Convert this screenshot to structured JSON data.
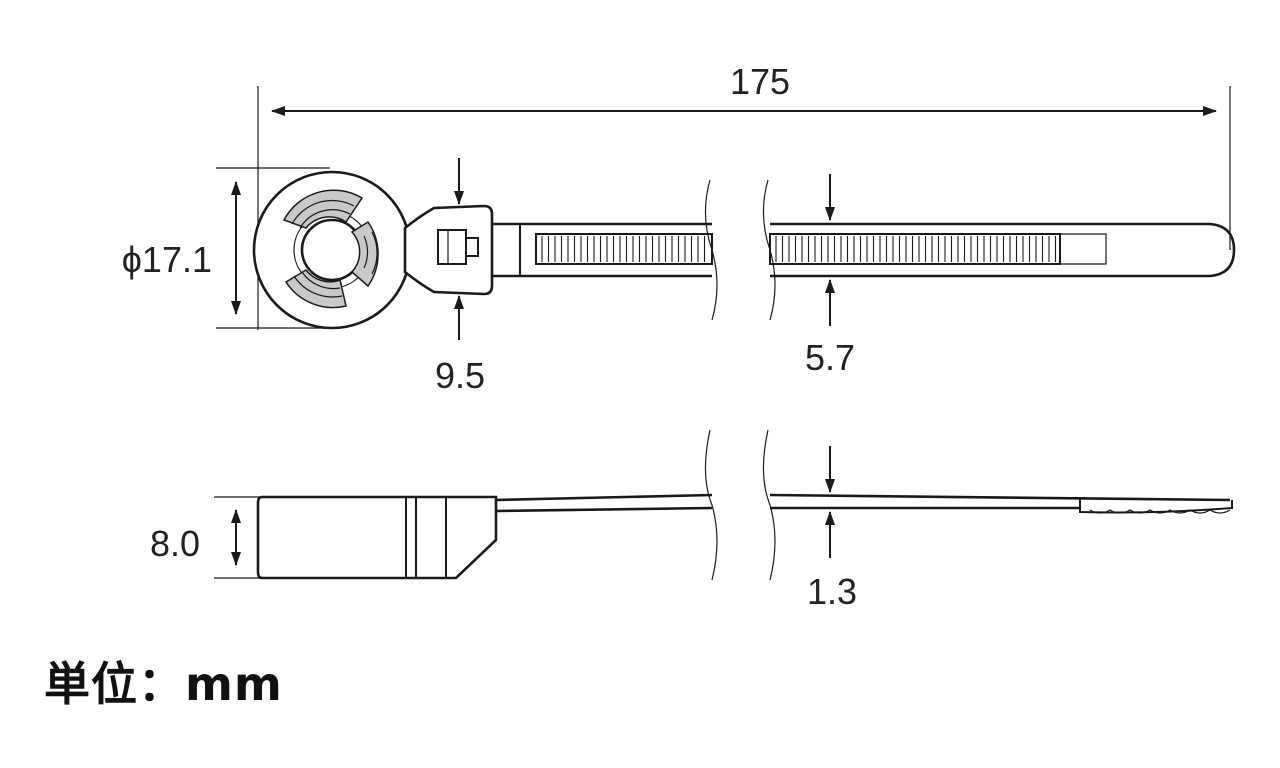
{
  "dimensions": {
    "overall_length": "175",
    "head_diameter": "ϕ17.1",
    "neck_width": "9.5",
    "strap_width": "5.7",
    "head_thickness": "8.0",
    "strap_thickness": "1.3"
  },
  "unit_label": "単位：mm"
}
